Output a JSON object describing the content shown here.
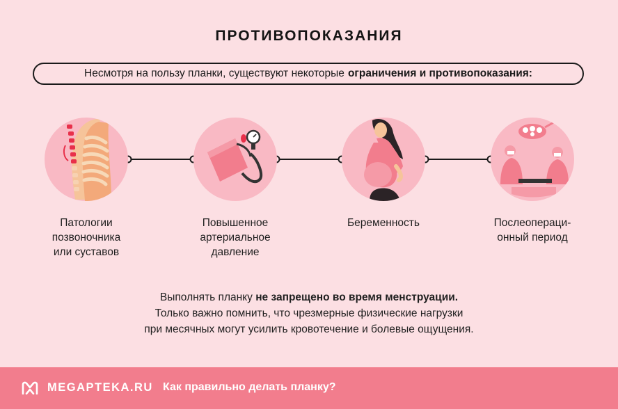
{
  "title": "ПРОТИВОПОКАЗАНИЯ",
  "banner": {
    "text": "Несмотря на пользу планки, существуют некоторые",
    "bold": "ограничения и противопоказания:"
  },
  "items": [
    {
      "icon": "spine-icon",
      "lines": [
        "Патологии",
        "позвоночника",
        "или суставов"
      ]
    },
    {
      "icon": "blood-pressure-monitor-icon",
      "lines": [
        "Повышенное",
        "артериальное",
        "давление"
      ]
    },
    {
      "icon": "pregnant-woman-icon",
      "lines": [
        "Беременность"
      ]
    },
    {
      "icon": "surgery-team-icon",
      "lines": [
        "Послеопераци-",
        "онный период"
      ]
    }
  ],
  "info": {
    "line1_prefix": "Выполнять планку ",
    "line1_bold": "не запрещено во время менструации.",
    "line2": "Только важно помнить, что чрезмерные физические нагрузки",
    "line3": "при месячных могут усилить кровотечение и болевые ощущения."
  },
  "footer": {
    "brand": "MEGAPTEKA.RU",
    "link": "Как правильно делать планку?"
  },
  "colors": {
    "background": "#fcdfe3",
    "circle": "#f9b9c4",
    "footer": "#f27d8d",
    "accent_red": "#e8304a",
    "text": "#1a1a1a"
  }
}
